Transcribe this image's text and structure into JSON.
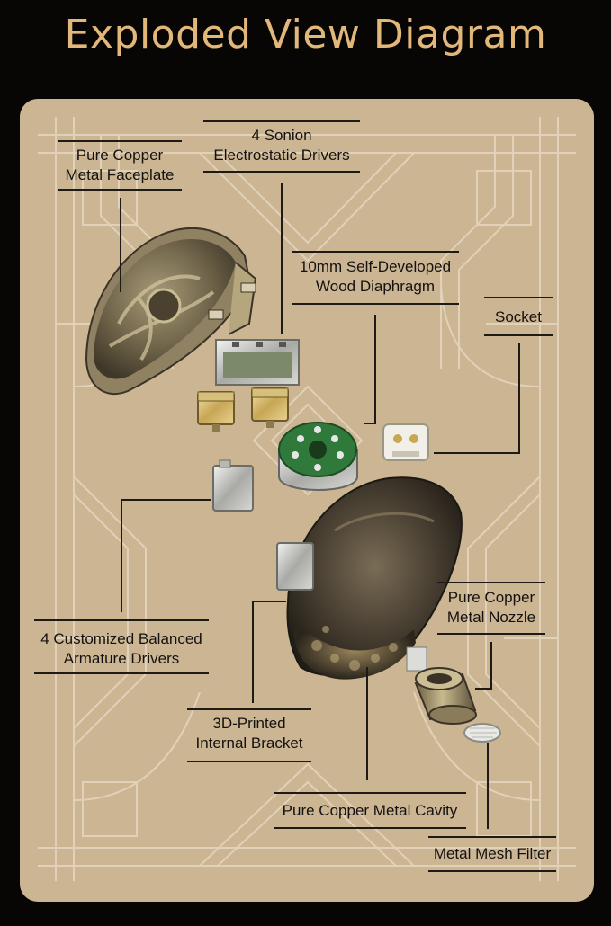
{
  "title": "Exploded View Diagram",
  "labels": {
    "faceplate": [
      "Pure Copper",
      "Metal Faceplate"
    ],
    "sonion": [
      "4 Sonion",
      "Electrostatic Drivers"
    ],
    "wood": [
      "10mm Self-Developed",
      "Wood Diaphragm"
    ],
    "socket": [
      "Socket"
    ],
    "armature": [
      "4 Customized Balanced",
      "Armature Drivers"
    ],
    "nozzle": [
      "Pure Copper",
      "Metal Nozzle"
    ],
    "bracket": [
      "3D-Printed",
      "Internal Bracket"
    ],
    "cavity": [
      "Pure Copper Metal Cavity"
    ],
    "filter": [
      "Metal Mesh Filter"
    ]
  },
  "colors": {
    "background": "#070604",
    "title": "#e2b77a",
    "panel": "#ccb593",
    "pattern": "#e4d6bf",
    "text": "#141210"
  }
}
